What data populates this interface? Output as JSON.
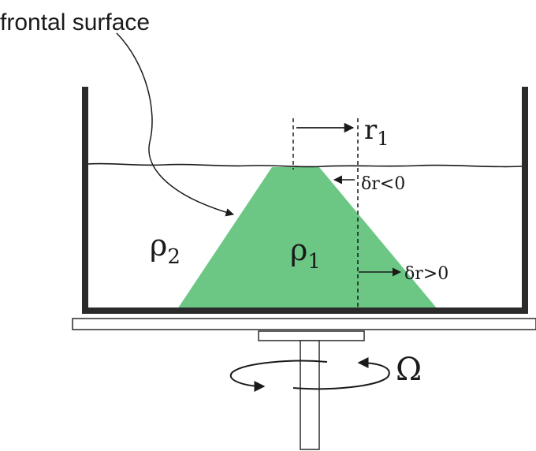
{
  "labels": {
    "frontal_surface": "frontal surface",
    "r1": "r",
    "r1_sub": "1",
    "dr_neg": "δr<0",
    "dr_pos": "δr>0",
    "rho2": "ρ",
    "rho2_sub": "2",
    "rho1": "ρ",
    "rho1_sub": "1",
    "omega": "Ω"
  },
  "colors": {
    "fluid_1": "#6cc785",
    "line": "#1a1a1a",
    "container": "#2b2b2b",
    "background": "#ffffff"
  }
}
